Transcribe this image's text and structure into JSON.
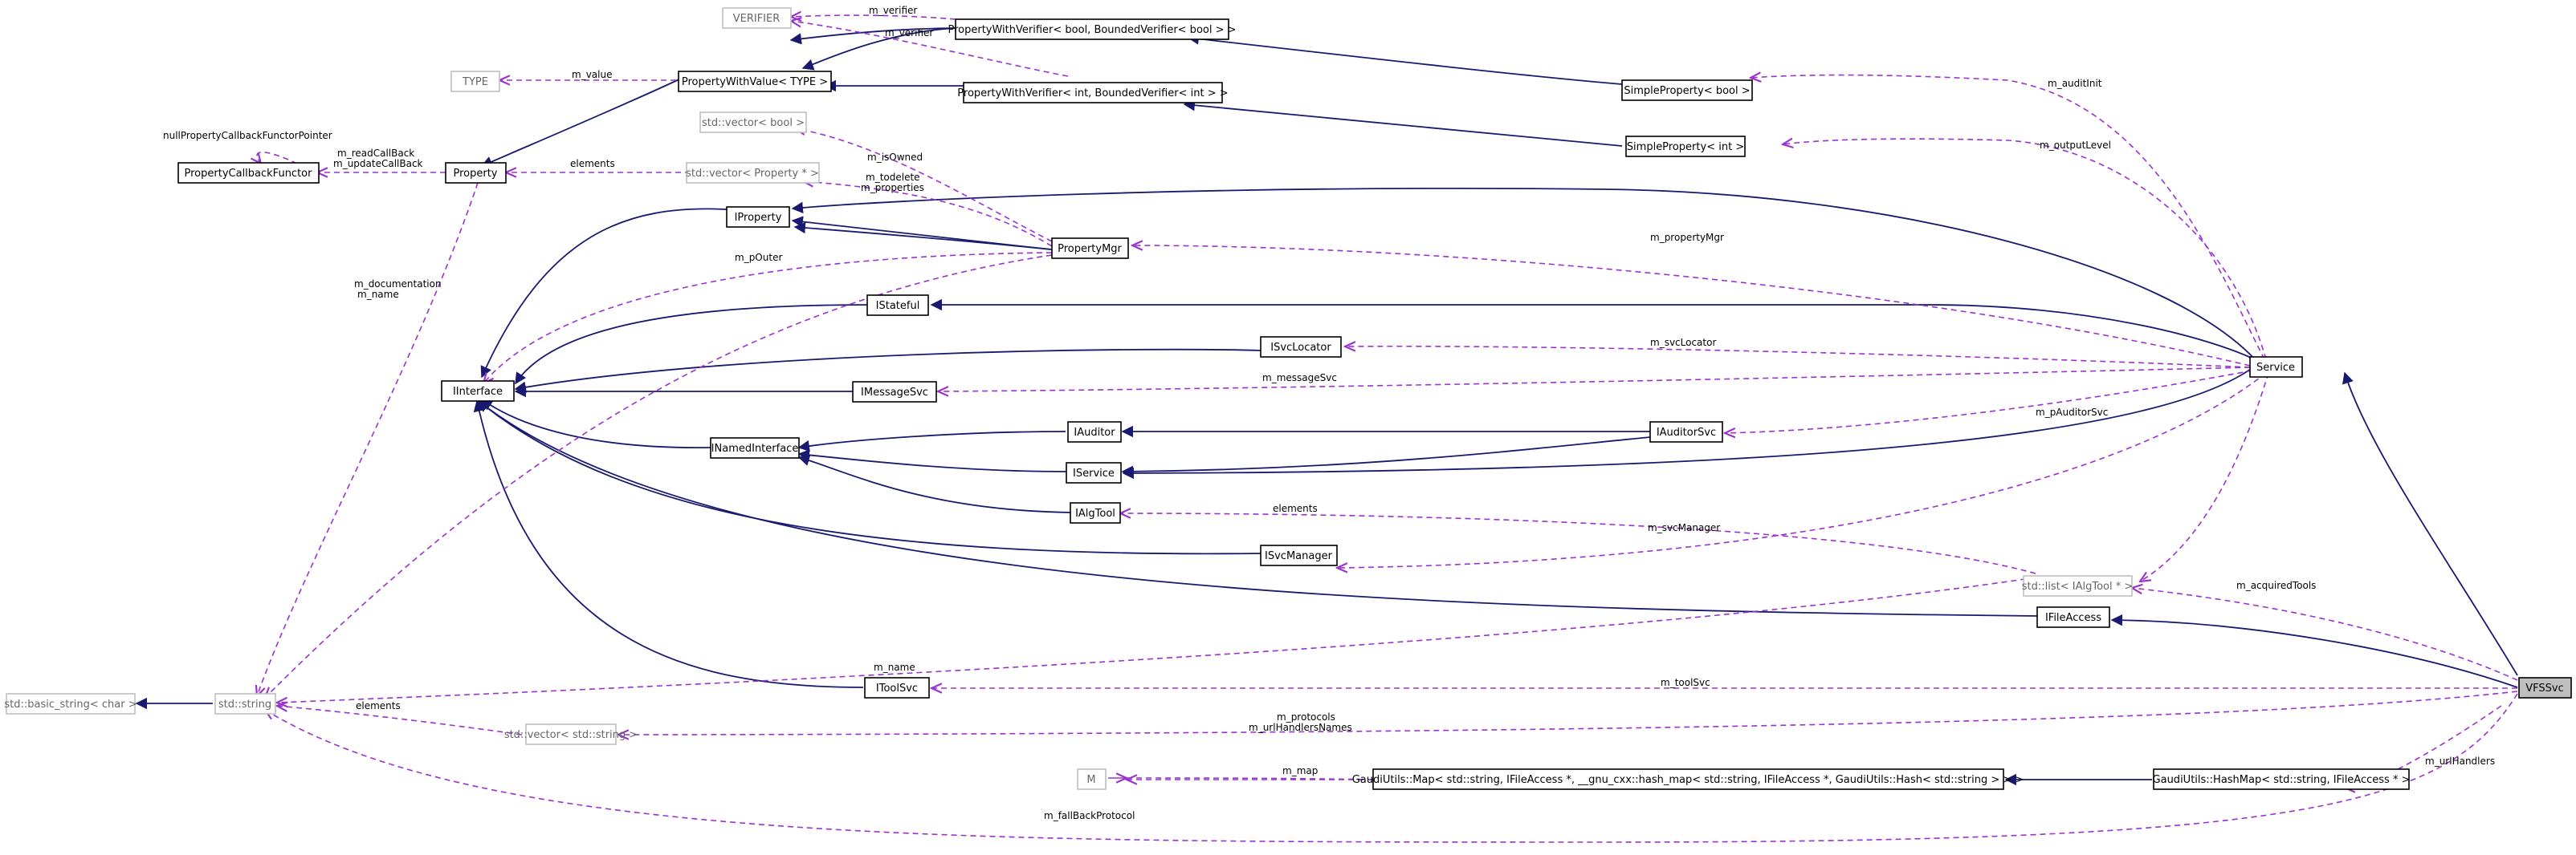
{
  "diagram": {
    "title": "",
    "nodes": [
      {
        "id": "verifier",
        "label": "VERIFIER",
        "faint": true
      },
      {
        "id": "pwv_bool",
        "label": "PropertyWithVerifier< bool, BoundedVerifier< bool > >"
      },
      {
        "id": "type",
        "label": "TYPE",
        "faint": true
      },
      {
        "id": "pwvalue",
        "label": "PropertyWithValue< TYPE >"
      },
      {
        "id": "pwv_int",
        "label": "PropertyWithVerifier< int, BoundedVerifier< int > >"
      },
      {
        "id": "sp_bool",
        "label": "SimpleProperty< bool >"
      },
      {
        "id": "vec_bool",
        "label": "std::vector< bool >",
        "faint": true
      },
      {
        "id": "prop_cb",
        "label": "PropertyCallbackFunctor"
      },
      {
        "id": "property",
        "label": "Property"
      },
      {
        "id": "vec_prop",
        "label": "std::vector< Property * >",
        "faint": true
      },
      {
        "id": "sp_int",
        "label": "SimpleProperty< int >"
      },
      {
        "id": "iproperty",
        "label": "IProperty"
      },
      {
        "id": "propmgr",
        "label": "PropertyMgr"
      },
      {
        "id": "istateful",
        "label": "IStateful"
      },
      {
        "id": "isvclocator",
        "label": "ISvcLocator"
      },
      {
        "id": "service",
        "label": "Service"
      },
      {
        "id": "iinterface",
        "label": "IInterface"
      },
      {
        "id": "imessagesvc",
        "label": "IMessageSvc"
      },
      {
        "id": "iauditor",
        "label": "IAuditor"
      },
      {
        "id": "iauditorsvc",
        "label": "IAuditorSvc"
      },
      {
        "id": "inamed",
        "label": "INamedInterface"
      },
      {
        "id": "iservice",
        "label": "IService"
      },
      {
        "id": "ialgtool",
        "label": "IAlgTool"
      },
      {
        "id": "isvcmanager",
        "label": "ISvcManager"
      },
      {
        "id": "list_algtool",
        "label": "std::list< IAlgTool * >",
        "faint": true
      },
      {
        "id": "ifileaccess",
        "label": "IFileAccess"
      },
      {
        "id": "basic_string",
        "label": "std::basic_string< char >",
        "faint": true
      },
      {
        "id": "stdstring",
        "label": "std::string",
        "faint": true
      },
      {
        "id": "itoolsvc",
        "label": "IToolSvc"
      },
      {
        "id": "vfssvc",
        "label": "VFSSvc",
        "current": true
      },
      {
        "id": "vec_string",
        "label": "std::vector< std::string >",
        "faint": true
      },
      {
        "id": "m_tpl",
        "label": "M",
        "faint": true
      },
      {
        "id": "gaudi_map",
        "label": "GaudiUtils::Map< std::string, IFileAccess *, __gnu_cxx::hash_map< std::string, IFileAccess *, GaudiUtils::Hash< std::string > > >"
      },
      {
        "id": "gaudi_hashmap",
        "label": "GaudiUtils::HashMap< std::string, IFileAccess * >"
      }
    ],
    "edge_labels": [
      {
        "id": "l_m_verifier_1",
        "text": "m_verifier"
      },
      {
        "id": "l_m_verifier_2",
        "text": "m_verifier"
      },
      {
        "id": "l_m_value",
        "text": "m_value"
      },
      {
        "id": "l_m_auditInit",
        "text": "m_auditInit"
      },
      {
        "id": "l_nullcb",
        "text": "nullPropertyCallbackFunctorPointer"
      },
      {
        "id": "l_readcb",
        "text": "m_readCallBack"
      },
      {
        "id": "l_updatecb",
        "text": "m_updateCallBack"
      },
      {
        "id": "l_elements_prop",
        "text": "elements"
      },
      {
        "id": "l_isOwned",
        "text": "m_isOwned"
      },
      {
        "id": "l_outputLevel",
        "text": "m_outputLevel"
      },
      {
        "id": "l_todelete",
        "text": "m_todelete"
      },
      {
        "id": "l_properties",
        "text": "m_properties"
      },
      {
        "id": "l_propertyMgr",
        "text": "m_propertyMgr"
      },
      {
        "id": "l_pOuter",
        "text": "m_pOuter"
      },
      {
        "id": "l_documentation",
        "text": "m_documentation"
      },
      {
        "id": "l_mname_prop",
        "text": "m_name"
      },
      {
        "id": "l_svcLocator",
        "text": "m_svcLocator"
      },
      {
        "id": "l_messageSvc",
        "text": "m_messageSvc"
      },
      {
        "id": "l_pAuditorSvc",
        "text": "m_pAuditorSvc"
      },
      {
        "id": "l_elements_tool",
        "text": "elements"
      },
      {
        "id": "l_svcManager",
        "text": "m_svcManager"
      },
      {
        "id": "l_acquiredTools",
        "text": "m_acquiredTools"
      },
      {
        "id": "l_mname_svc",
        "text": "m_name"
      },
      {
        "id": "l_toolSvc",
        "text": "m_toolSvc"
      },
      {
        "id": "l_elements_str",
        "text": "elements"
      },
      {
        "id": "l_protocols",
        "text": "m_protocols"
      },
      {
        "id": "l_urlHandlersNames",
        "text": "m_urlHandlersNames"
      },
      {
        "id": "l_urlHandlers",
        "text": "m_urlHandlers"
      },
      {
        "id": "l_map",
        "text": "m_map"
      },
      {
        "id": "l_fallBack",
        "text": "m_fallBackProtocol"
      }
    ]
  }
}
